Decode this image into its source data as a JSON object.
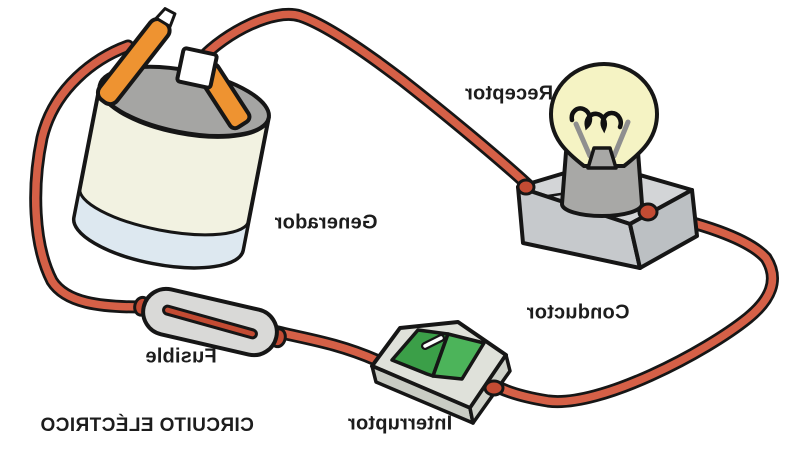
{
  "title": "CIRCUITO ELÉCTRICO",
  "mirrored": true,
  "labels": {
    "receptor": "Receptor",
    "generador": "Generador",
    "conductor": "Conductor",
    "fusible": "Fusible",
    "interruptor": "Interruptor"
  },
  "colors": {
    "background": "#ffffff",
    "text": "#1d1d1d",
    "wire": "#d56047",
    "wire_outline": "#161616",
    "battery_body": "#f2f2e1",
    "battery_band": "#dde8f0",
    "battery_top": "#a5a5a3",
    "terminal": "#ee9331",
    "bulb": "#f5f3c4",
    "metal_gray": "#a8a8a6",
    "holder": "#d3d5d7",
    "fuse_body": "#d9d9d7",
    "fuse_element": "#c34b33",
    "switch_body": "#dfe1da",
    "switch_green": "#4cb45a",
    "switch_green_dark": "#3b9f48"
  }
}
